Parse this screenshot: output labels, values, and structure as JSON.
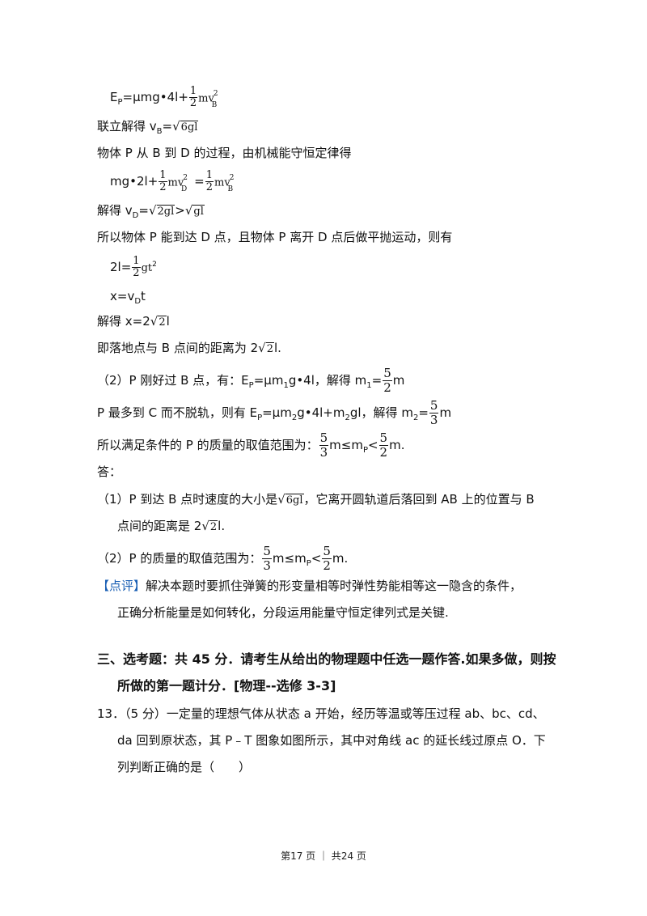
{
  "lines": {
    "l1_lhs": "E",
    "l1_sub": "P",
    "l1_mid": "=μmg•4l+",
    "l2_text": "联立解得  v",
    "l2_sub": "B",
    "l2_eq": "=",
    "l2_rad": "6gl",
    "l3_text": "物体 P 从 B 到 D 的过程，由机械能守恒定律得",
    "l4_lhs": "mg•2l+",
    "l4_eq": "=",
    "l5_text": "解得  v",
    "l5_sub": "D",
    "l5_eq": "=",
    "l5_rad1": "2gl",
    "l5_gt": ">",
    "l5_rad2": "gl",
    "l6_text": "所以物体 P 能到达 D 点，且物体 P 离开 D 点后做平抛运动，则有",
    "l7_lhs": "2l=",
    "l7_rhs": "gt",
    "l7_sup": "2",
    "l8_text": "x=v",
    "l8_sub": "D",
    "l8_t": "t",
    "l9_text": "解得  x=2",
    "l9_rad": "2",
    "l9_l": "l",
    "l10_text": "即落地点与 B 点间的距离为 2",
    "l10_rad": "2",
    "l10_end": "l.",
    "l11_text": "（2）P 刚好过 B 点，有：E",
    "l11_sub1": "P",
    "l11_mid": "=μm",
    "l11_sub2": "1",
    "l11_mid2": "g•4l，解得  m",
    "l11_sub3": "1",
    "l11_eq": "=",
    "l11_m": "m",
    "l12_text": "P 最多到 C 而不脱轨，则有  E",
    "l12_sub1": "P",
    "l12_mid": "=μm",
    "l12_sub2": "2",
    "l12_mid2": "g•4l+m",
    "l12_sub3": "2",
    "l12_mid3": "gl，解得  m",
    "l12_sub4": "2",
    "l12_eq": "=",
    "l12_m": "m",
    "l13_text": "所以满足条件的 P 的质量的取值范围为：",
    "l13_m1": "m≤m",
    "l13_sub": "P",
    "l13_lt": "<",
    "l13_m2": "m.",
    "l14_text": "答：",
    "l15_text": "（1）P 到达 B 点时速度的大小是",
    "l15_rad": "6gl",
    "l15_text2": "，它离开圆轨道后落回到 AB 上的位置与 B",
    "l16_text": "点间的距离是 2",
    "l16_rad": "2",
    "l16_end": "l.",
    "l17_text": "（2）P 的质量的取值范围为：",
    "l17_m1": "m≤m",
    "l17_sub": "P",
    "l17_lt": "<",
    "l17_m2": "m.",
    "l18_tag": "【点评】",
    "l18_text": "解决本题时要抓住弹簧的形变量相等时弹性势能相等这一隐含的条件，",
    "l19_text": "正确分析能量是如何转化，分段运用能量守恒定律列式是关键.",
    "sec_title1": "三、选考题：共 45 分．请考生从给出的物理题中任选一题作答.如果多做，则按",
    "sec_title2": "所做的第一题计分．[物理--选修 3-3]",
    "q13_1": "13．（5 分）一定量的理想气体从状态 a 开始，经历等温或等压过程 ab、bc、cd、",
    "q13_2": "da 回到原状态，其 P﹣T 图象如图所示，其中对角线 ac 的延长线过原点 O．下",
    "q13_3": "列判断正确的是（　　）"
  },
  "math": {
    "half_num": "1",
    "half_den": "2",
    "mv": "mv",
    "sq": "2",
    "B": "B",
    "D": "D",
    "five": "5",
    "two": "2",
    "three": "3"
  },
  "footer": {
    "pre": "第",
    "page": "17",
    "mid": " 页  ｜  共",
    "total": "24",
    "post": " 页"
  }
}
